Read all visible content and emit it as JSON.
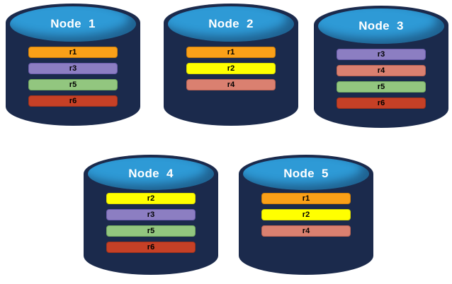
{
  "diagram": {
    "background": "#FFFFFF",
    "palette": {
      "cylinder_body": "#1B2A4C",
      "cylinder_top_face": "#2E9AD6",
      "title_color": "#FFFFFF",
      "row_label_color": "#000000"
    },
    "row_styles": {
      "r1": {
        "fill": "#FAA018",
        "border": "#D28108"
      },
      "r2": {
        "fill": "#FFFF00",
        "border": "#D9D900"
      },
      "r3": {
        "fill": "#8C7EC2",
        "border": "#6B5CAD"
      },
      "r4": {
        "fill": "#DA8070",
        "border": "#BA6252"
      },
      "r5": {
        "fill": "#92C67F",
        "border": "#72A85E"
      },
      "r6": {
        "fill": "#C64026",
        "border": "#A0321A"
      }
    },
    "nodes": [
      {
        "id": "node-1",
        "title": "Node  1",
        "rows": [
          {
            "id": "r1",
            "label": "r1"
          },
          {
            "id": "r3",
            "label": "r3"
          },
          {
            "id": "r5",
            "label": "r5"
          },
          {
            "id": "r6",
            "label": "r6"
          }
        ]
      },
      {
        "id": "node-2",
        "title": "Node  2",
        "rows": [
          {
            "id": "r1",
            "label": "r1"
          },
          {
            "id": "r2",
            "label": "r2"
          },
          {
            "id": "r4",
            "label": "r4"
          }
        ]
      },
      {
        "id": "node-3",
        "title": "Node  3",
        "rows": [
          {
            "id": "r3",
            "label": "r3"
          },
          {
            "id": "r4",
            "label": "r4"
          },
          {
            "id": "r5",
            "label": "r5"
          },
          {
            "id": "r6",
            "label": "r6"
          }
        ]
      },
      {
        "id": "node-4",
        "title": "Node  4",
        "rows": [
          {
            "id": "r2",
            "label": "r2"
          },
          {
            "id": "r3",
            "label": "r3"
          },
          {
            "id": "r5",
            "label": "r5"
          },
          {
            "id": "r6",
            "label": "r6"
          }
        ]
      },
      {
        "id": "node-5",
        "title": "Node  5",
        "rows": [
          {
            "id": "r1",
            "label": "r1"
          },
          {
            "id": "r2",
            "label": "r2"
          },
          {
            "id": "r4",
            "label": "r4"
          }
        ]
      }
    ]
  }
}
